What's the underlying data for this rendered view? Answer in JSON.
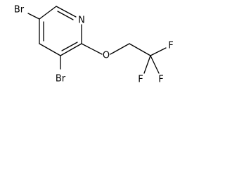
{
  "diagram": {
    "atoms": [
      {
        "id": "br1",
        "label": "Br"
      },
      {
        "id": "n1",
        "label": "N"
      },
      {
        "id": "o1",
        "label": "O"
      },
      {
        "id": "br2",
        "label": "Br"
      },
      {
        "id": "f1",
        "label": "F"
      },
      {
        "id": "f2",
        "label": "F"
      },
      {
        "id": "f3",
        "label": "F"
      }
    ]
  }
}
